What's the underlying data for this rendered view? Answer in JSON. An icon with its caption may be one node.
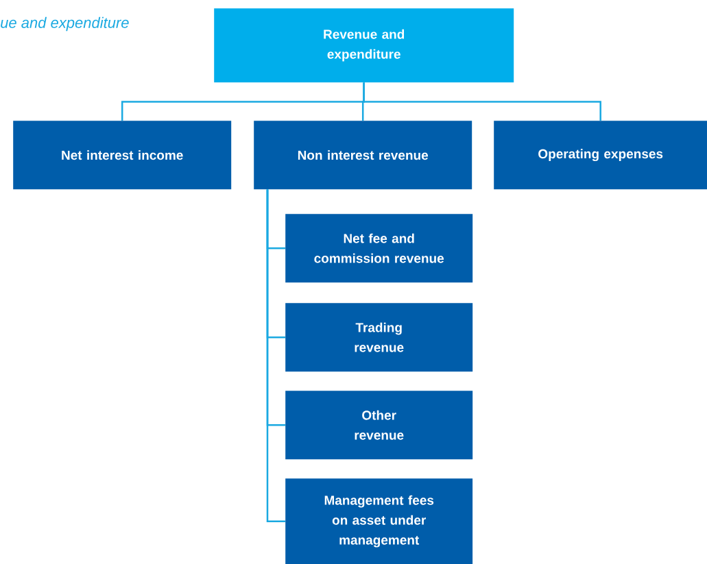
{
  "diagram": {
    "title": "ue and expenditure",
    "nodes": [
      {
        "text": [
          "Revenue and expenditure"
        ]
      },
      {
        "text": [
          "Net interest income"
        ]
      },
      {
        "text": [
          "Non interest revenue"
        ]
      },
      {
        "text": [
          "Operating expenses"
        ]
      },
      {
        "text": [
          "Net fee and commission revenue"
        ]
      },
      {
        "text": [
          "Trading revenue"
        ]
      },
      {
        "text": [
          "Other revenue"
        ]
      },
      {
        "text": [
          "Management fees on asset under management"
        ]
      }
    ],
    "edges": [
      {
        "from": 0,
        "to": 1,
        "arrow": "none"
      },
      {
        "from": 0,
        "to": 2,
        "arrow": "none"
      },
      {
        "from": 0,
        "to": 3,
        "arrow": "none"
      },
      {
        "from": 2,
        "to": 4,
        "arrow": "none"
      },
      {
        "from": 2,
        "to": 5,
        "arrow": "none"
      },
      {
        "from": 2,
        "to": 6,
        "arrow": "none"
      },
      {
        "from": 2,
        "to": 7,
        "arrow": "none"
      }
    ]
  }
}
